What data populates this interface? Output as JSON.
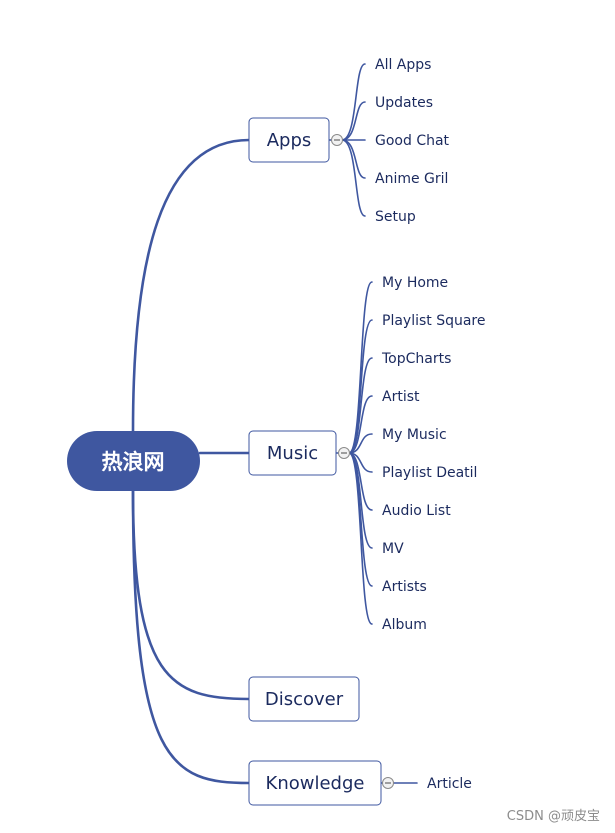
{
  "root": {
    "label": "热浪网",
    "color": "#3f57a0"
  },
  "accent_color": "#3f57a0",
  "topics": [
    {
      "label": "Apps",
      "collapse_icon": "minus-circle-icon",
      "children": [
        "All Apps",
        "Updates",
        "Good Chat",
        "Anime Gril",
        "Setup"
      ]
    },
    {
      "label": "Music",
      "collapse_icon": "minus-circle-icon",
      "children": [
        "My Home",
        "Playlist Square",
        "TopCharts",
        "Artist",
        "My Music",
        "Playlist Deatil",
        "Audio List",
        "MV",
        "Artists",
        "Album"
      ]
    },
    {
      "label": "Discover",
      "children": []
    },
    {
      "label": "Knowledge",
      "collapse_icon": "minus-circle-icon",
      "children": [
        "Article"
      ]
    }
  ],
  "watermark": "CSDN @顽皮宝"
}
